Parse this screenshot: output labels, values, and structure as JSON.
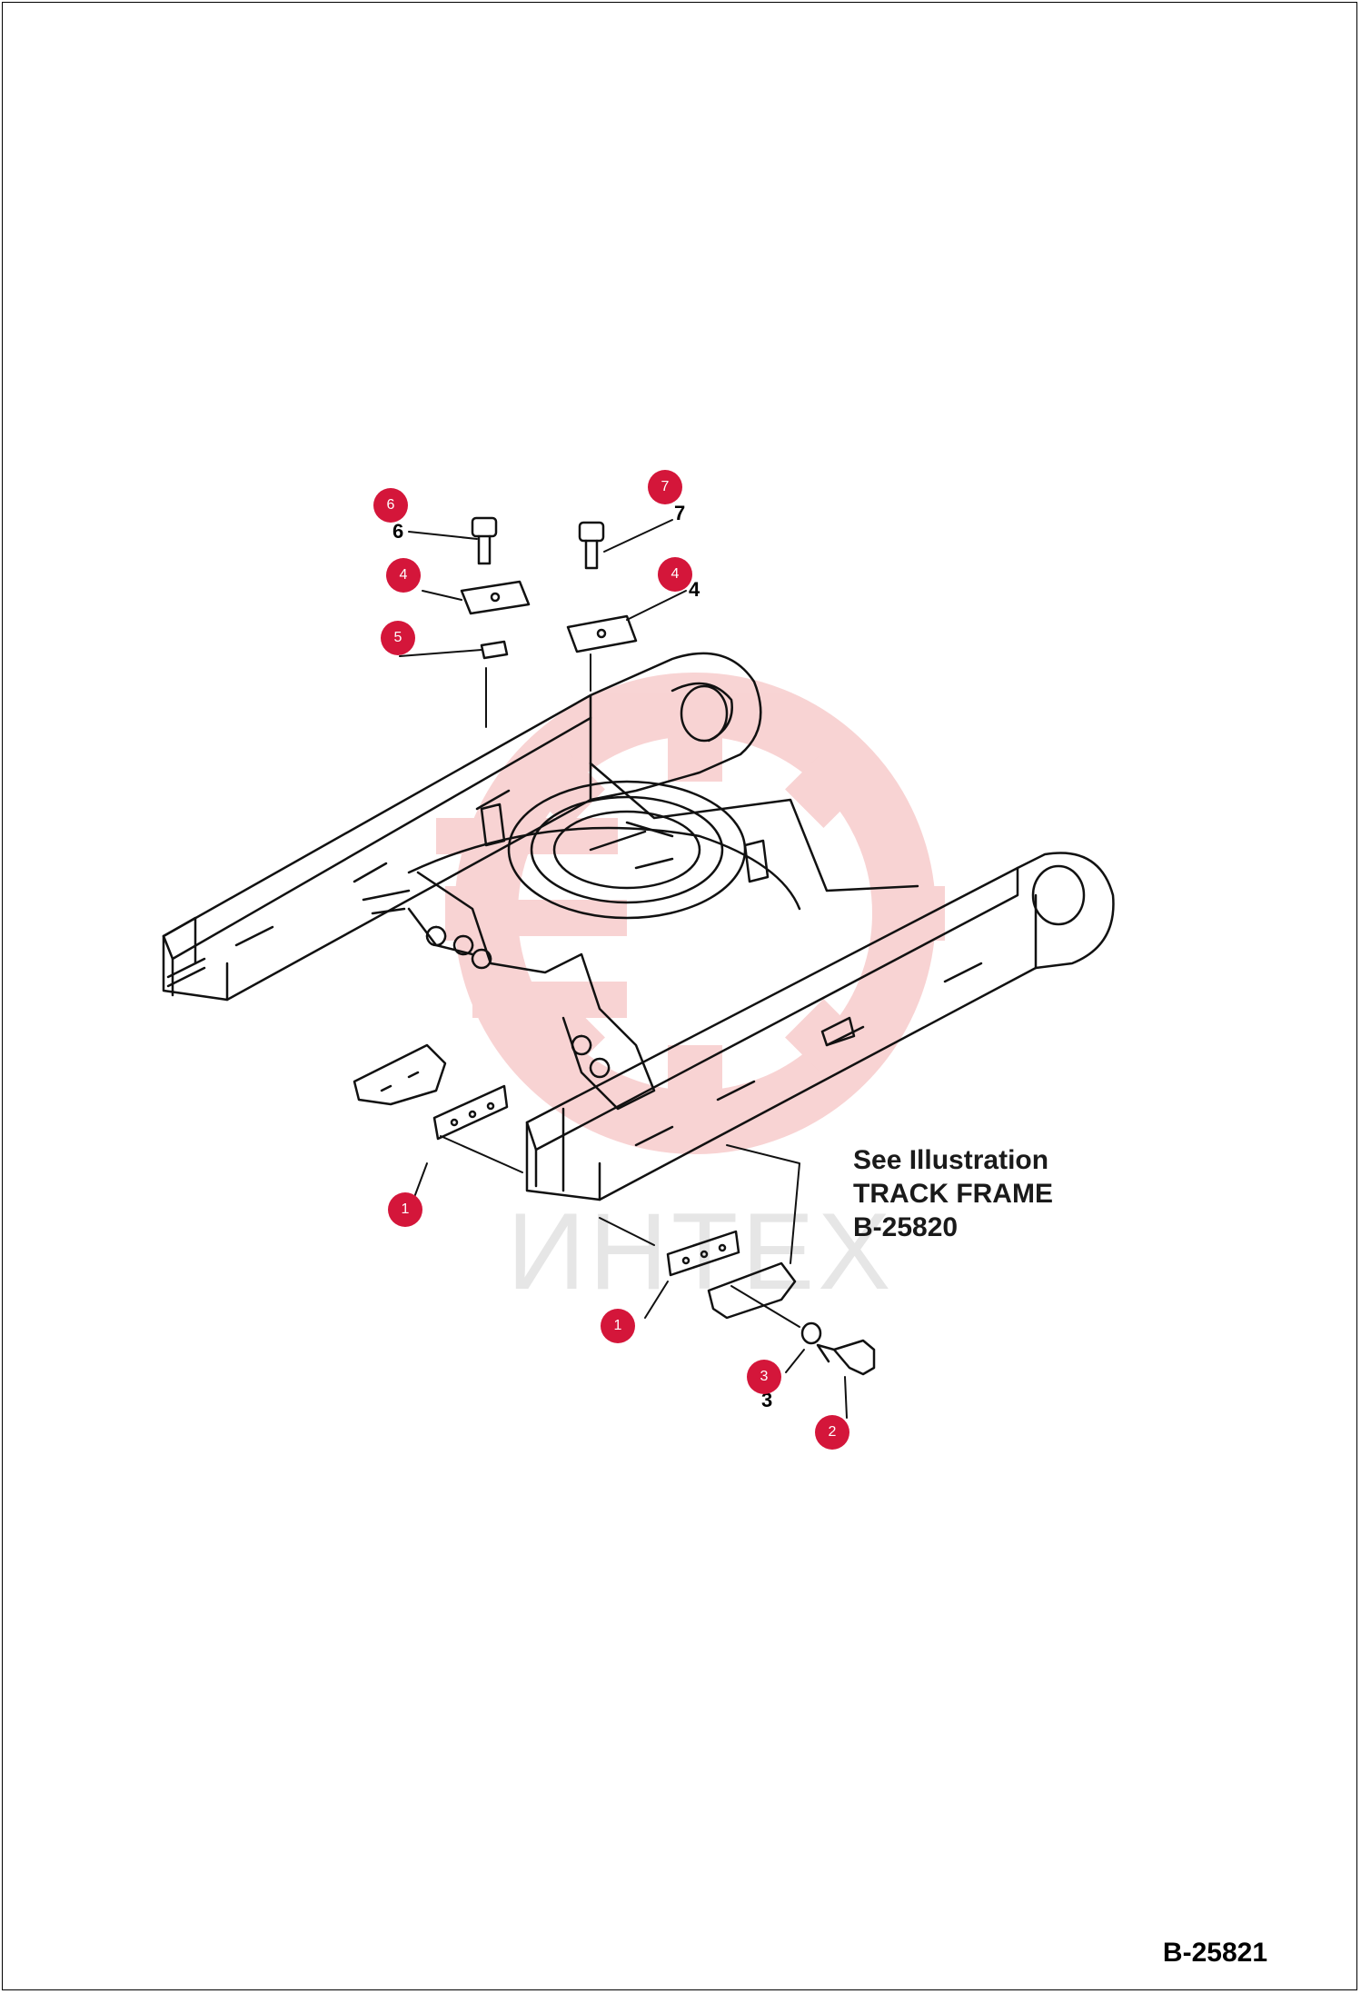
{
  "figure_id": "B-25821",
  "reference_note": {
    "line1": "See Illustration",
    "line2": "TRACK FRAME",
    "line3": "B-25820"
  },
  "watermark": {
    "text": "ИНТЕХ",
    "color": "#f4c7c7"
  },
  "accent_color": "#d4163a",
  "callouts": [
    {
      "label": "6"
    },
    {
      "label": "7"
    },
    {
      "label": "4"
    },
    {
      "label": "4"
    },
    {
      "label": "5"
    },
    {
      "label": "1"
    },
    {
      "label": "1"
    },
    {
      "label": "3"
    },
    {
      "label": "2"
    }
  ],
  "part_labels": [
    "6",
    "7",
    "4",
    "3"
  ]
}
